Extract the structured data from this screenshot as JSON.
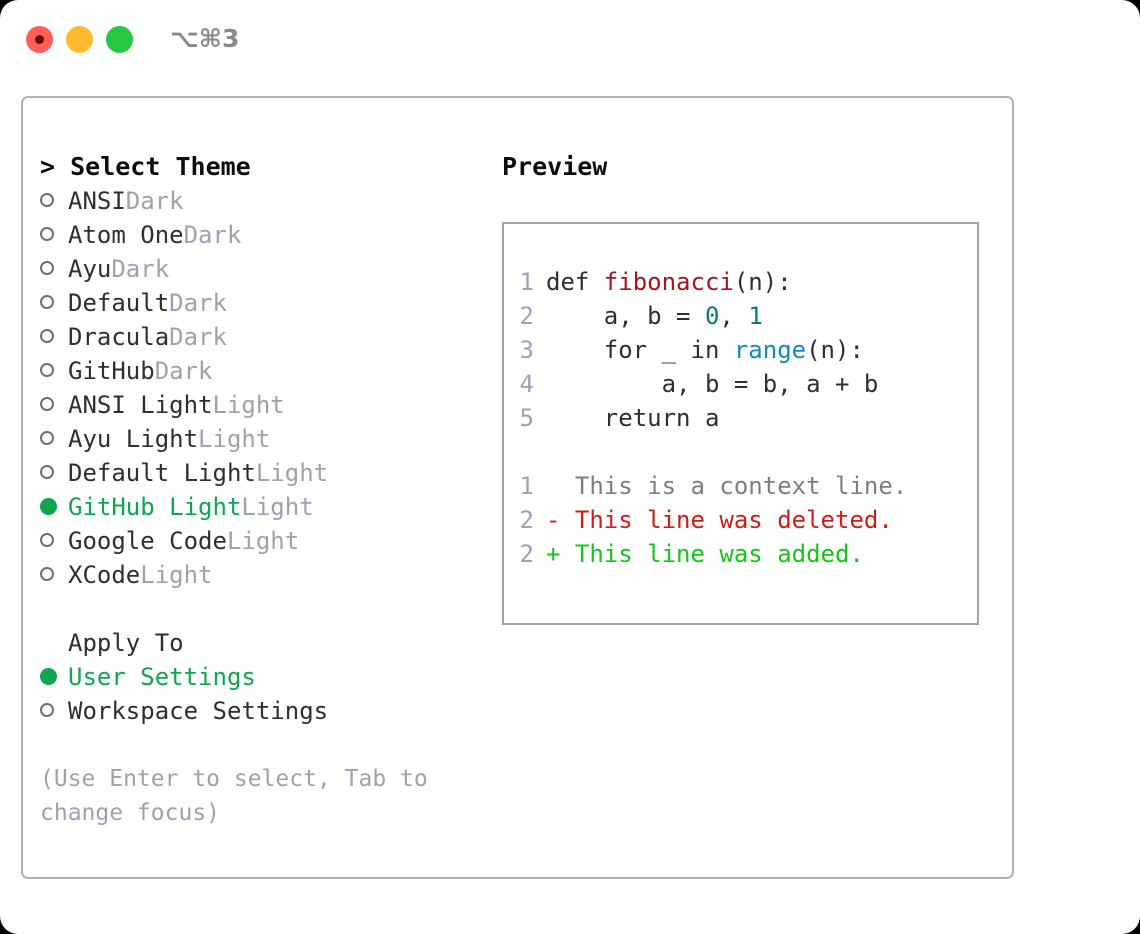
{
  "titlebar": {
    "shortcut": "⌥⌘3",
    "traffic_lights": [
      {
        "name": "close-button",
        "color": "#ff5f57"
      },
      {
        "name": "minimize-button",
        "color": "#febc2e"
      },
      {
        "name": "maximize-button",
        "color": "#28c840"
      }
    ]
  },
  "theme_panel": {
    "heading": "> Select Theme",
    "marker_selected": "●",
    "marker_unselected": "○",
    "accent_color": "#0fa650",
    "tag_color": "#9aa3b2",
    "items": [
      {
        "label": "ANSI",
        "tag": "Dark",
        "selected": false
      },
      {
        "label": "Atom One",
        "tag": "Dark",
        "selected": false
      },
      {
        "label": "Ayu",
        "tag": "Dark",
        "selected": false
      },
      {
        "label": "Default",
        "tag": "Dark",
        "selected": false
      },
      {
        "label": "Dracula",
        "tag": "Dark",
        "selected": false
      },
      {
        "label": "GitHub",
        "tag": "Dark",
        "selected": false
      },
      {
        "label": "ANSI Light",
        "tag": "Light",
        "selected": false
      },
      {
        "label": "Ayu Light",
        "tag": "Light",
        "selected": false
      },
      {
        "label": "Default Light",
        "tag": "Light",
        "selected": false
      },
      {
        "label": "GitHub Light",
        "tag": "Light",
        "selected": true
      },
      {
        "label": "Google Code",
        "tag": "Light",
        "selected": false
      },
      {
        "label": "XCode",
        "tag": "Light",
        "selected": false
      }
    ]
  },
  "apply_to": {
    "heading": "Apply To",
    "items": [
      {
        "label": "User Settings",
        "selected": true
      },
      {
        "label": "Workspace Settings",
        "selected": false
      }
    ]
  },
  "hint": "(Use Enter to select, Tab to change focus)",
  "preview": {
    "title": "Preview",
    "code_lines": [
      {
        "lineno": "1",
        "tokens": [
          {
            "text": "def ",
            "style": "plain"
          },
          {
            "text": "fibonacci",
            "style": "fn"
          },
          {
            "text": "(n):",
            "style": "plain"
          }
        ]
      },
      {
        "lineno": "2",
        "tokens": [
          {
            "text": "    a, b = ",
            "style": "plain"
          },
          {
            "text": "0",
            "style": "num"
          },
          {
            "text": ", ",
            "style": "plain"
          },
          {
            "text": "1",
            "style": "num"
          }
        ]
      },
      {
        "lineno": "3",
        "tokens": [
          {
            "text": "    for _ in ",
            "style": "plain"
          },
          {
            "text": "range",
            "style": "call"
          },
          {
            "text": "(n):",
            "style": "plain"
          }
        ]
      },
      {
        "lineno": "4",
        "tokens": [
          {
            "text": "        a, b = b, a + b",
            "style": "plain"
          }
        ]
      },
      {
        "lineno": "5",
        "tokens": [
          {
            "text": "    return a",
            "style": "plain"
          }
        ]
      }
    ],
    "diff_lines": [
      {
        "lineno": "1",
        "marker": " ",
        "text": " This is a context line.",
        "kind": "context"
      },
      {
        "lineno": "2",
        "marker": "-",
        "text": " This line was deleted.",
        "kind": "deleted"
      },
      {
        "lineno": "2",
        "marker": "+",
        "text": " This line was added.",
        "kind": "added"
      }
    ]
  }
}
